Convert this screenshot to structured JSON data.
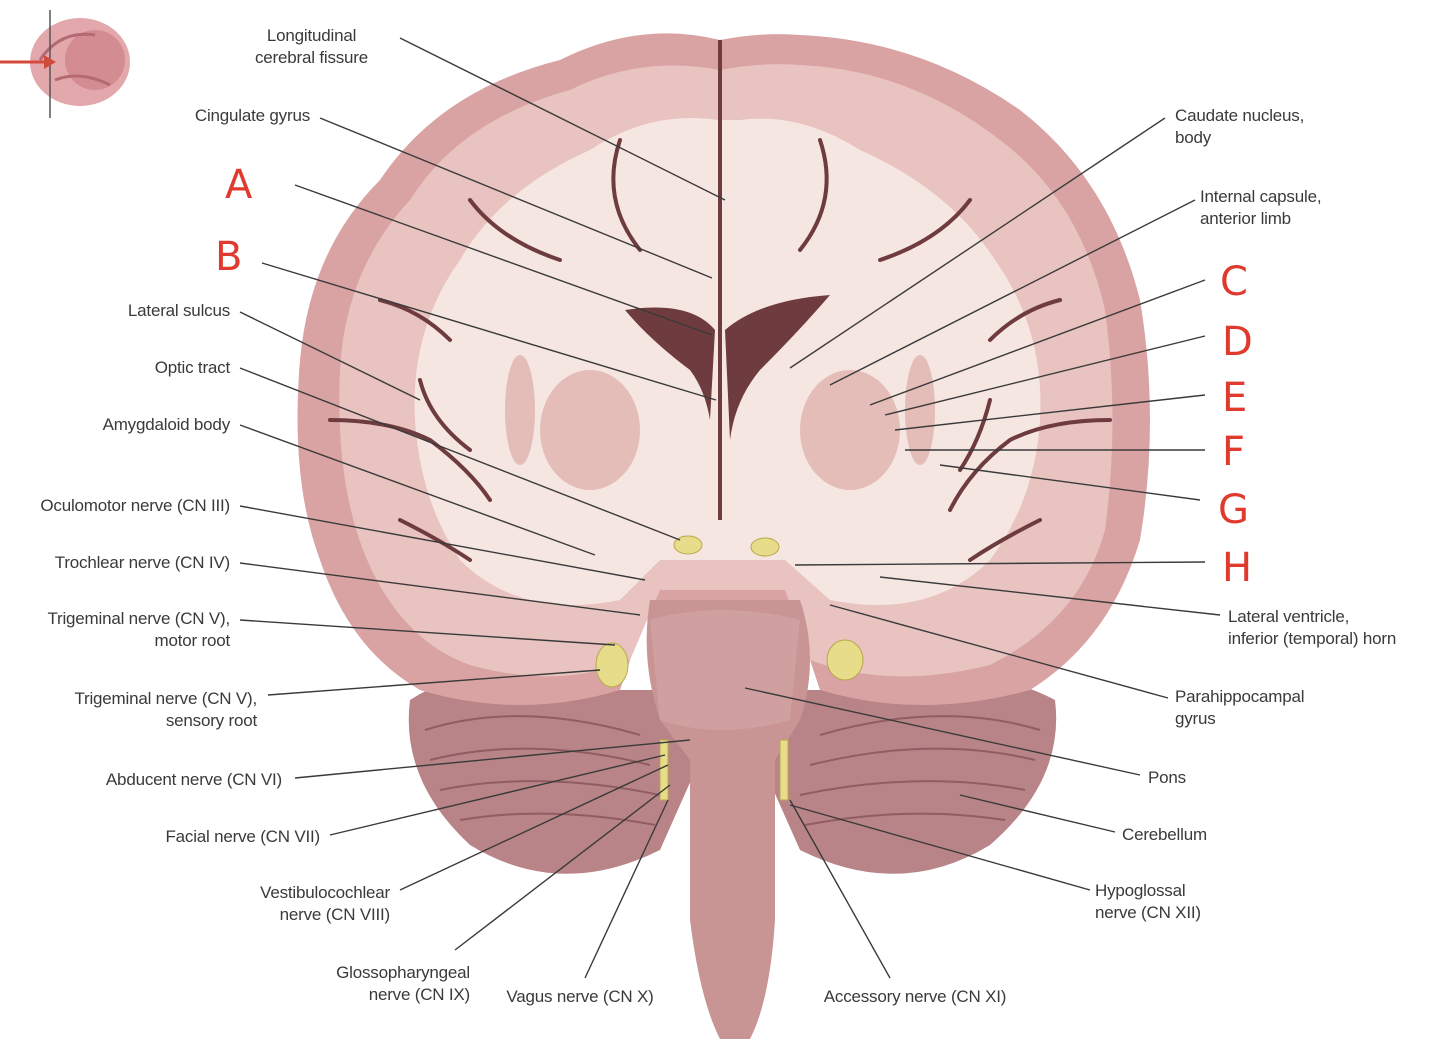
{
  "labels": {
    "longitudinal": "Longitudinal\ncerebral fissure",
    "cingulate": "Cingulate gyrus",
    "lateral_sulcus": "Lateral sulcus",
    "optic_tract": "Optic tract",
    "amygdaloid": "Amygdaloid body",
    "oculomotor": "Oculomotor nerve (CN III)",
    "trochlear": "Trochlear nerve (CN IV)",
    "trigeminal_motor": "Trigeminal nerve (CN V),\nmotor root",
    "trigeminal_sensory": "Trigeminal nerve (CN V),\nsensory root",
    "abducent": "Abducent nerve (CN VI)",
    "facial": "Facial nerve (CN VII)",
    "vestibulocochlear": "Vestibulocochlear\nnerve (CN VIII)",
    "glossopharyngeal": "Glossopharyngeal\nnerve (CN IX)",
    "vagus": "Vagus nerve (CN X)",
    "accessory": "Accessory nerve (CN XI)",
    "caudate": "Caudate nucleus,\nbody",
    "internal_capsule": "Internal capsule,\nanterior limb",
    "lateral_ventricle": "Lateral ventricle,\ninferior (temporal) horn",
    "parahippocampal": "Parahippocampal\ngyrus",
    "pons": "Pons",
    "cerebellum": "Cerebellum",
    "hypoglossal": "Hypoglossal\nnerve (CN XII)"
  },
  "markers": {
    "a": "A",
    "b": "B",
    "c": "C",
    "d": "D",
    "e": "E",
    "f": "F",
    "g": "G",
    "h": "H"
  },
  "colors": {
    "brain_outer": "#d9a3a3",
    "brain_cortex": "#e8c3c0",
    "white_matter": "#f6e6e2",
    "nucleus": "#e4bdb8",
    "sulcus": "#6e3b3e",
    "brainstem": "#c89494",
    "cerebellum": "#b98487",
    "nerve": "#e7dc8a",
    "marker": "#e03a2e",
    "leader": "#3a3a3a"
  }
}
